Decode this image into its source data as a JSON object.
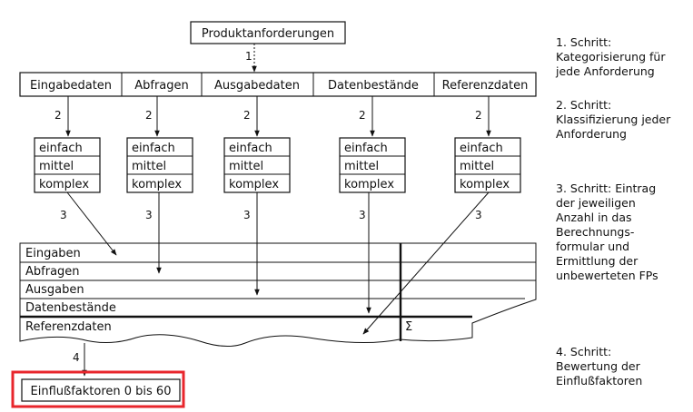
{
  "top": {
    "label": "Produktanforderungen",
    "arrow_label": "1"
  },
  "categories": [
    {
      "label": "Eingabedaten",
      "arrow_label": "2",
      "calc_arrow_label": "3"
    },
    {
      "label": "Abfragen",
      "arrow_label": "2",
      "calc_arrow_label": "3"
    },
    {
      "label": "Ausgabedaten",
      "arrow_label": "2",
      "calc_arrow_label": "3"
    },
    {
      "label": "Datenbestände",
      "arrow_label": "2",
      "calc_arrow_label": "3"
    },
    {
      "label": "Referenzdaten",
      "arrow_label": "2",
      "calc_arrow_label": "3"
    }
  ],
  "complexity": [
    "einfach",
    "mittel",
    "komplex"
  ],
  "form": {
    "rows": [
      "Eingaben",
      "Abfragen",
      "Ausgaben",
      "Datenbestände",
      "Referenzdaten"
    ],
    "sum_symbol": "Σ",
    "arrow_label": "4"
  },
  "final": {
    "label": "Einflußfaktoren 0 bis 60"
  },
  "steps": [
    [
      "1. Schritt:",
      "Kategorisierung für",
      "jede Anforderung"
    ],
    [
      "2. Schritt:",
      "Klassifizierung jeder",
      "Anforderung"
    ],
    [
      "3. Schritt: Eintrag",
      "der jeweiligen",
      "Anzahl in das",
      "Berechnungs-",
      "formular und",
      "Ermittlung der",
      "unbewerteten FPs"
    ],
    [
      "4. Schritt:",
      "Bewertung der",
      "Einflußfaktoren"
    ]
  ],
  "highlight_color": "#e8262c"
}
